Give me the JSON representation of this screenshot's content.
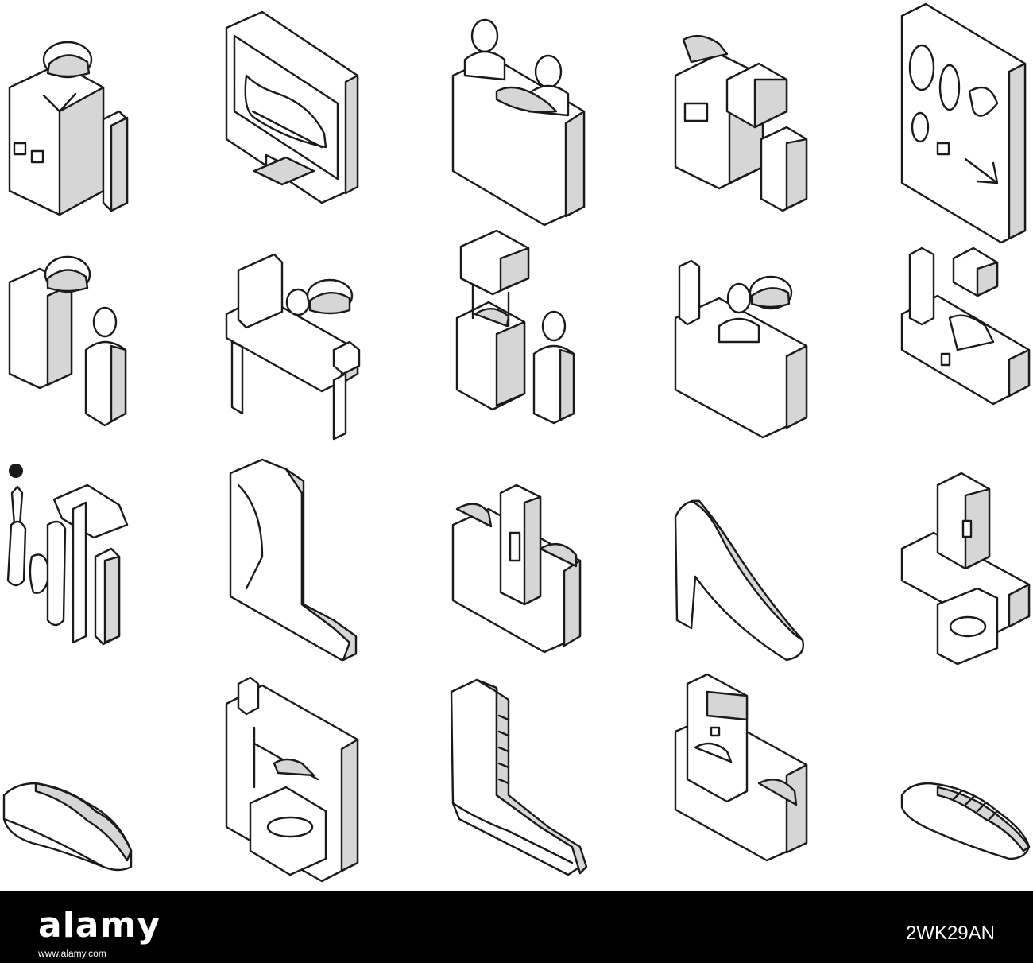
{
  "artwork": {
    "style": "isometric line icons",
    "stroke_color": "#1a1a1a",
    "fill_color": "#d6d6d6",
    "icons": [
      "factory-building-icon",
      "monitor-shoe-icon",
      "workers-at-counter-icon",
      "shoe-boxes-icon",
      "footprint-map-icon",
      "worker-at-machine-icon",
      "workbench-worker-icon",
      "press-machine-worker-icon",
      "worker-at-desk-icon",
      "boot-display-icon",
      "shoe-tools-icon",
      "wedge-boot-icon",
      "shoe-machine-icon",
      "high-heel-icon",
      "insole-machine-icon",
      "oxford-shoe-icon",
      "shoe-frame-press-icon",
      "rain-boot-icon",
      "shoe-packaging-icon",
      "sneaker-icon"
    ]
  },
  "stock_bar": {
    "logo": "alamy",
    "url": "www.alamy.com",
    "image_id": "2WK29AN",
    "background": "#000000",
    "text_color": "#ffffff"
  }
}
